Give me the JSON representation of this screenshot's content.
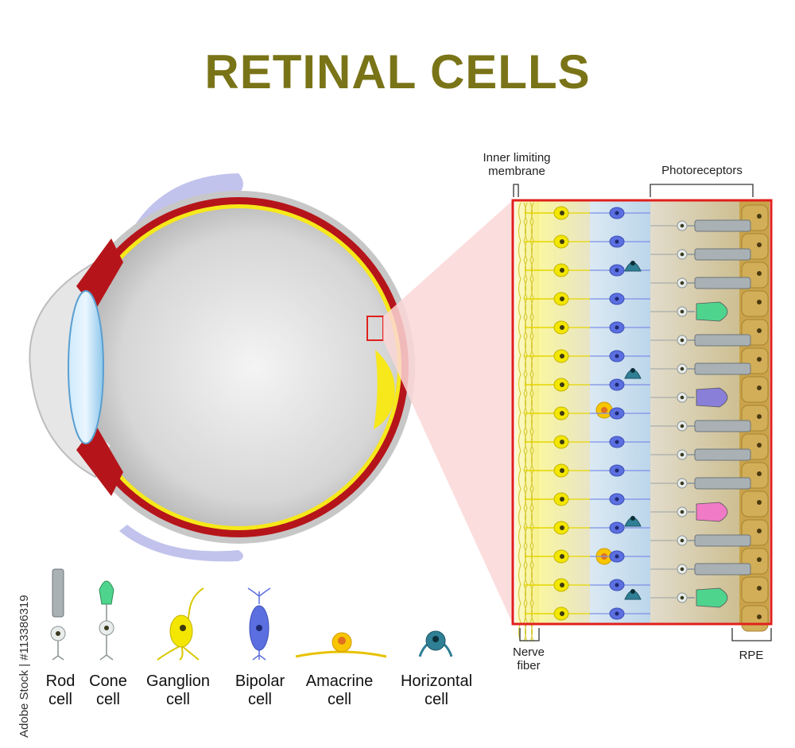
{
  "title": "RETINAL CELLS",
  "labels": {
    "inner_limiting_membrane": "Inner limiting\nmembrane",
    "photoreceptors": "Photoreceptors",
    "nerve_fiber": "Nerve\nfiber",
    "rpe": "RPE"
  },
  "legend": [
    {
      "id": "rod",
      "label": "Rod\ncell"
    },
    {
      "id": "cone",
      "label": "Cone\ncell"
    },
    {
      "id": "ganglion",
      "label": "Ganglion\ncell"
    },
    {
      "id": "bipolar",
      "label": "Bipolar\ncell"
    },
    {
      "id": "amacrine",
      "label": "Amacrine\ncell"
    },
    {
      "id": "horizontal",
      "label": "Horizontal\ncell"
    }
  ],
  "credit": "Adobe Stock | #113386319",
  "colors": {
    "title": "#7a7418",
    "zoom_frame": "#e0201c",
    "sclera_red": "#b5151a",
    "retina_yellow": "#f6e81a",
    "ganglion": "#f3e600",
    "bipolar": "#5b6fe0",
    "horizontal": "#2f7f95",
    "amacrine": "#f7c600",
    "rpe": "#c9a24a",
    "rod": "#a9b1b4",
    "cone_green": "#4fd48e",
    "cone_violet": "#8a7fd8",
    "cone_pink": "#f07ac6"
  }
}
